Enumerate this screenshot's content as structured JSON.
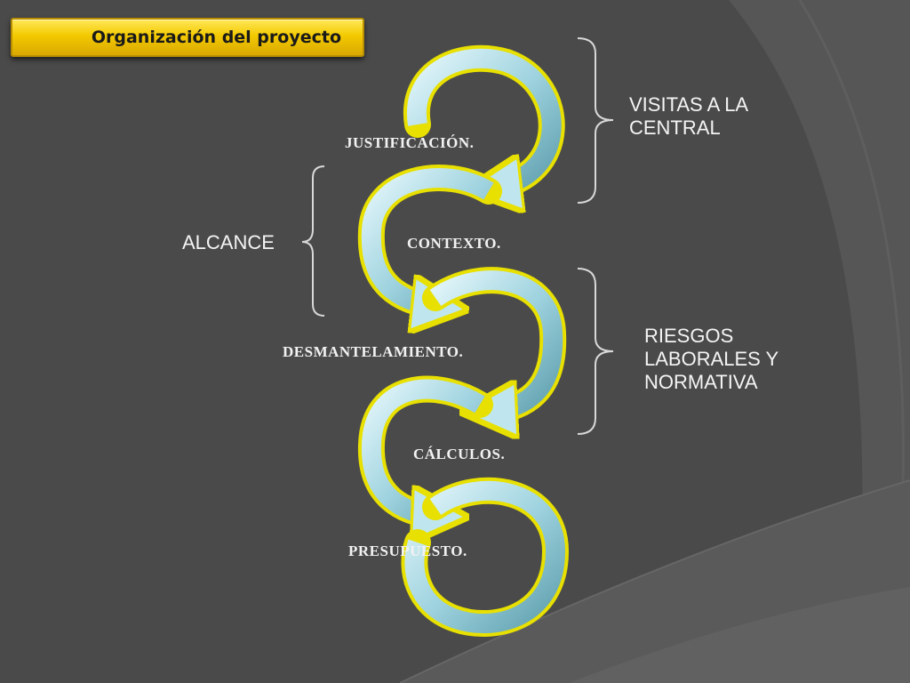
{
  "title": "Organización del proyecto",
  "steps": [
    {
      "label": "JUSTIFICACIÓN."
    },
    {
      "label": "CONTEXTO."
    },
    {
      "label": "DESMANTELAMIENTO."
    },
    {
      "label": "CÁLCULOS."
    },
    {
      "label": "PRESUPUESTO."
    }
  ],
  "groups": {
    "visitas": [
      "VISITAS A LA",
      "CENTRAL"
    ],
    "alcance": "ALCANCE",
    "riesgos": [
      "RIESGOS",
      "LABORALES Y",
      "NORMATIVA"
    ]
  },
  "colors": {
    "background": "#4a4a4a",
    "background_arcs": "#555555",
    "title_box": "#f3c900",
    "arrow_fill": "#9fd3df",
    "arrow_edge": "#e8e000",
    "bracket": "#d8d8d8"
  }
}
